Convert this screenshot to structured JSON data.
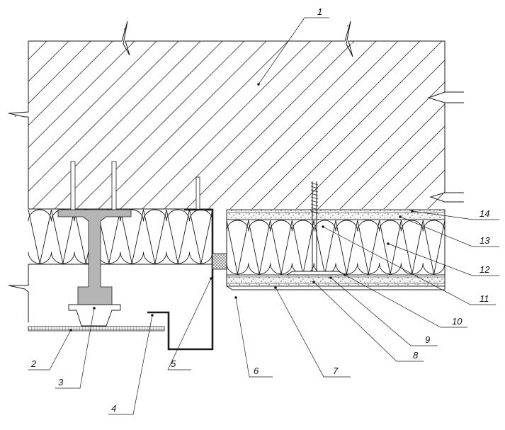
{
  "colors": {
    "ink": "#1a1a1a",
    "hatch": "#333333",
    "steel": "#b5b5b5",
    "speckle_bg": "#f4f4f4",
    "mesh": "#555555"
  },
  "callouts": [
    {
      "id": "1",
      "label": "1"
    },
    {
      "id": "2",
      "label": "2"
    },
    {
      "id": "3",
      "label": "3"
    },
    {
      "id": "4",
      "label": "4"
    },
    {
      "id": "5",
      "label": "5"
    },
    {
      "id": "6",
      "label": "6"
    },
    {
      "id": "7",
      "label": "7"
    },
    {
      "id": "8",
      "label": "8"
    },
    {
      "id": "9",
      "label": "9"
    },
    {
      "id": "10",
      "label": "10"
    },
    {
      "id": "11",
      "label": "11"
    },
    {
      "id": "12",
      "label": "12"
    },
    {
      "id": "13",
      "label": "13"
    },
    {
      "id": "14",
      "label": "14"
    }
  ]
}
